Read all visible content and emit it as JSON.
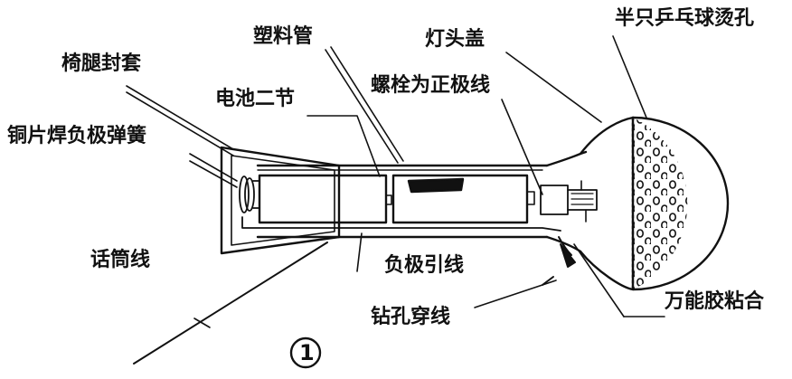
{
  "labels": {
    "chair_leg_cap": "椅腿封套",
    "plastic_tube": "塑料管",
    "lamp_cap": "灯头盖",
    "half_ball": "半只乒乓球烫孔",
    "battery": "电池二节",
    "bolt_positive": "螺栓为正极线",
    "copper_spring": "铜片焊负极弹簧",
    "mic_wire": "话筒线",
    "neg_lead": "负极引线",
    "drill_wire": "钻孔穿线",
    "glue": "万能胶粘合"
  },
  "figure_number": "1",
  "colors": {
    "ink": "#111111",
    "background": "#ffffff"
  }
}
